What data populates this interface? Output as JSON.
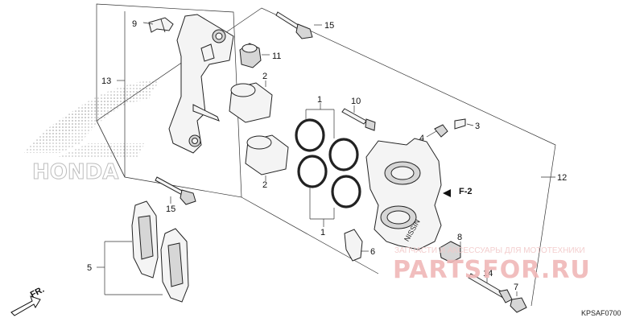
{
  "diagram": {
    "brand_logo_text": "HONDA",
    "diagram_code": "KPSAF0700",
    "forward_label": "FR.",
    "figure_reference": "F-2",
    "watermark": {
      "small_text": "ЗАПЧАСТИ И АКСЕССУАРЫ ДЛЯ МОТОТЕХНИКИ",
      "big_text": "PARTSFOR.RU"
    },
    "callouts": [
      "1",
      "1",
      "2",
      "2",
      "3",
      "4",
      "5",
      "6",
      "7",
      "8",
      "9",
      "10",
      "11",
      "12",
      "13",
      "14",
      "15",
      "15"
    ],
    "caliper_casting_text": "NISSIN"
  }
}
